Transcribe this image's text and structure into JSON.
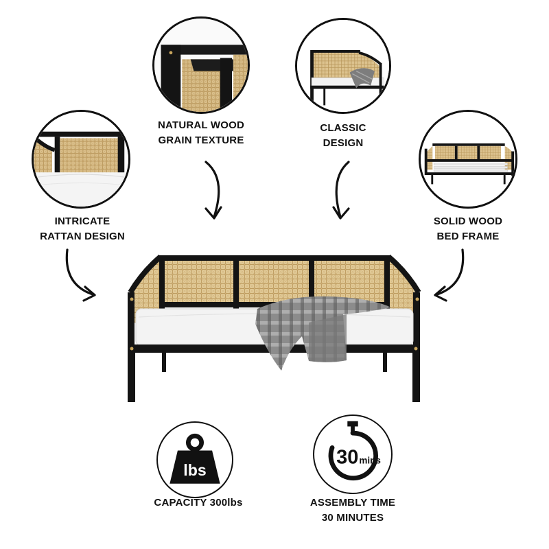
{
  "features": {
    "wood_grain": {
      "line1": "NATURAL WOOD",
      "line2": "GRAIN TEXTURE",
      "icon": "wood-grain-closeup"
    },
    "classic": {
      "line1": "CLASSIC",
      "line2": "DESIGN",
      "icon": "daybed-angle-view"
    },
    "rattan": {
      "line1": "INTRICATE",
      "line2": "RATTAN DESIGN",
      "icon": "rattan-closeup"
    },
    "frame": {
      "line1": "SOLID WOOD",
      "line2": "BED FRAME",
      "icon": "bed-frame-slats"
    },
    "capacity": {
      "line1": "CAPACITY 300lbs",
      "badge": "lbs",
      "icon": "weight-icon"
    },
    "assembly": {
      "line1": "ASSEMBLY TIME",
      "line2": "30 MINUTES",
      "badge_number": "30",
      "badge_unit": "mins",
      "icon": "stopwatch-icon"
    }
  },
  "colors": {
    "frame": "#141414",
    "rattan": "#d9bf8a",
    "mattress": "#f2f2f2",
    "throw": "#8a8a8a",
    "ink": "#111111"
  }
}
